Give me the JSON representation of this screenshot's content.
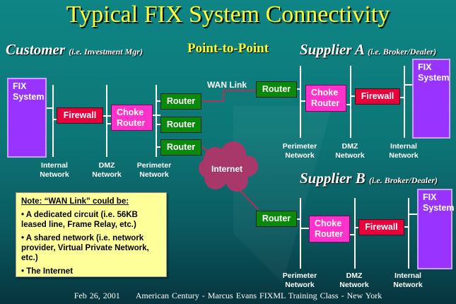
{
  "title": "Typical FIX System Connectivity",
  "customer": {
    "heading": "Customer",
    "sub": "(i.e. Investment Mgr)",
    "fix": "FIX System",
    "firewall": "Firewall",
    "choke": "Choke Router",
    "routers": [
      "Router",
      "Router",
      "Router"
    ],
    "labels": [
      "Internal\nNetwork",
      "DMZ\nNetwork",
      "Perimeter\nNetwork"
    ]
  },
  "point_to_point": "Point-to-Point",
  "wan_link": "WAN Link",
  "internet": "Internet",
  "supplier_a": {
    "heading": "Supplier A",
    "sub": "(i.e. Broker/Dealer)",
    "router": "Router",
    "choke": "Choke Router",
    "firewall": "Firewall",
    "fix": "FIX System",
    "labels": [
      "Perimeter\nNetwork",
      "DMZ\nNetwork",
      "Internal\nNetwork"
    ]
  },
  "supplier_b": {
    "heading": "Supplier B",
    "sub": "(i.e. Broker/Dealer)",
    "router": "Router",
    "choke": "Choke Router",
    "firewall": "Firewall",
    "fix": "FIX System",
    "labels": [
      "Perimeter\nNetwork",
      "DMZ\nNetwork",
      "Internal\nNetwork"
    ]
  },
  "note": {
    "title": "Note:  “WAN Link” could be:",
    "items": [
      "• A dedicated circuit (i.e. 56KB leased line, Frame Relay, etc.)",
      "• A shared network (i.e. network provider, Virtual Private Network, etc.)",
      "• The Internet"
    ]
  },
  "footer": {
    "date": "Feb 26, 2001",
    "text": "American Century - Marcus Evans FIXML Training Class - New York"
  },
  "colors": {
    "title": "#ffff33",
    "fix": "#9933ff",
    "firewall": "#e8003a",
    "router": "#0a8a0a",
    "choke": "#ff33cc",
    "note": "#ffff99",
    "link": "#e0204a",
    "cloud": "#a8386a"
  }
}
